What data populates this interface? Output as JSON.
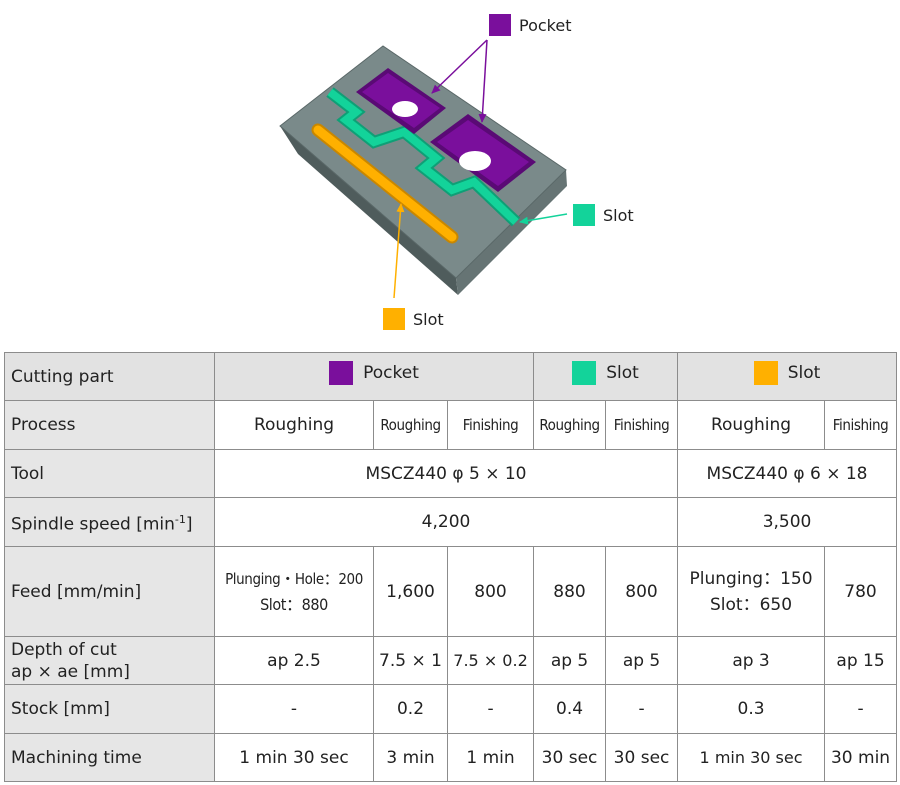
{
  "figure": {
    "callouts": {
      "pocket": "Pocket",
      "slot_green": "Slot",
      "slot_orange": "Slot"
    }
  },
  "colors": {
    "pocket": "#7a0f9c",
    "slot_green": "#13d39a",
    "slot_orange": "#ffb000",
    "block_top": "#7a8a8a",
    "block_side": "#5c6a6a"
  },
  "table": {
    "row_labels": {
      "cutting_part": "Cutting part",
      "process": "Process",
      "tool": "Tool",
      "spindle": "Spindle speed  [min",
      "spindle_sup": "-1",
      "spindle_end": "]",
      "feed": "Feed [mm/min]",
      "depth_line1": "Depth of cut",
      "depth_line2": "ap × ae [mm]",
      "stock": "Stock [mm]",
      "time": "Machining time"
    },
    "parts": {
      "pocket": "Pocket",
      "slot_green": "Slot",
      "slot_orange": "Slot"
    },
    "process": [
      "Roughing",
      "Roughing",
      "Finishing",
      "Roughing",
      "Finishing",
      "Roughing",
      "Finishing"
    ],
    "tool": [
      "MSCZ440 φ 5 × 10",
      "MSCZ440 φ 6 × 18"
    ],
    "spindle": [
      "4,200",
      "3,500"
    ],
    "feed": {
      "c1_line1": "Plunging・Hole：200",
      "c1_line2": "Slot：880",
      "c2": "1,600",
      "c3": "800",
      "c4": "880",
      "c5": "800",
      "c6_line1": "Plunging：150",
      "c6_line2": "Slot：650",
      "c7": "780"
    },
    "depth": [
      "ap 2.5",
      "7.5 × 1",
      "7.5 × 0.2",
      "ap 5",
      "ap 5",
      "ap 3",
      "ap 15"
    ],
    "stock": [
      "-",
      "0.2",
      "-",
      "0.4",
      "-",
      "0.3",
      "-"
    ],
    "time": [
      "1 min 30 sec",
      "3 min",
      "1 min",
      "30 sec",
      "30 sec",
      "1 min 30 sec",
      "30 min"
    ]
  }
}
